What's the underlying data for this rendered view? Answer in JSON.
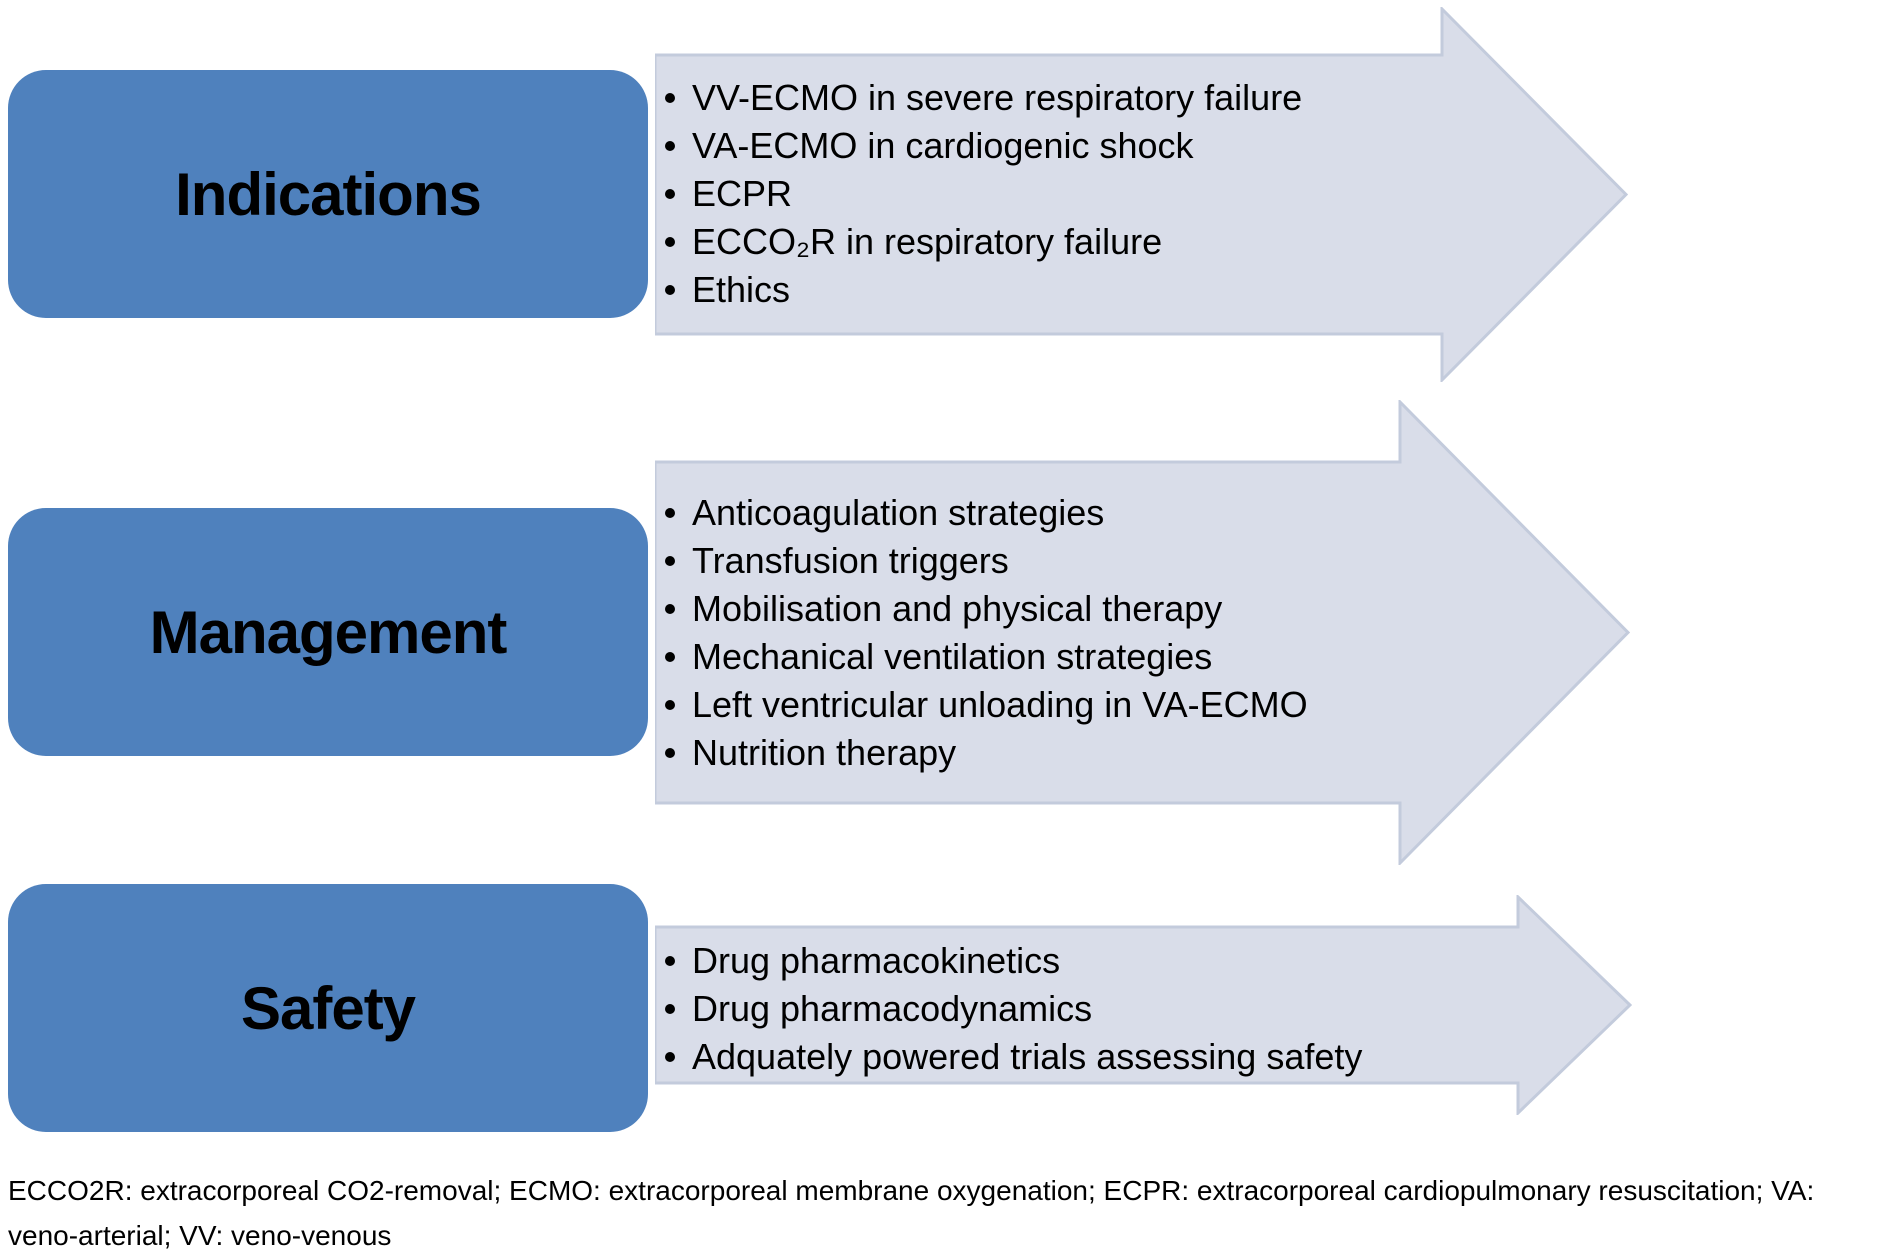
{
  "rows": [
    {
      "label": "Indications",
      "bullets": [
        "VV-ECMO in severe respiratory failure",
        "VA-ECMO in cardiogenic shock",
        "ECPR",
        "ECCO₂R in respiratory failure",
        "Ethics"
      ]
    },
    {
      "label": "Management",
      "bullets": [
        "Anticoagulation strategies",
        "Transfusion triggers",
        "Mobilisation and physical therapy",
        "Mechanical ventilation strategies",
        "Left ventricular unloading in VA-ECMO",
        "Nutrition therapy"
      ]
    },
    {
      "label": "Safety",
      "bullets": [
        "Drug pharmacokinetics",
        "Drug pharmacodynamics",
        "Adquately powered trials assessing safety"
      ]
    }
  ],
  "footnote": "ECCO2R: extracorporeal CO2-removal; ECMO: extracorporeal membrane oxygenation; ECPR: extracorporeal cardiopulmonary resuscitation; VA: veno-arterial; VV: veno-venous",
  "colors": {
    "box_fill": "#4f81bd",
    "arrow_fill": "#d9dde9",
    "arrow_border": "#c3cbdc",
    "text": "#000000"
  }
}
